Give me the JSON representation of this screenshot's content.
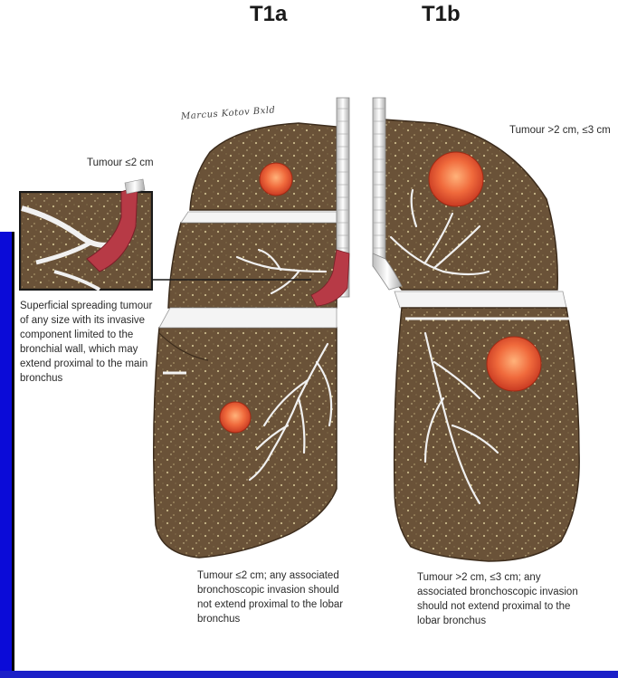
{
  "stages": {
    "left": "T1a",
    "right": "T1b"
  },
  "signature": "Marcus Kotov Bxld",
  "labels": {
    "tumour_left": "Tumour ≤2 cm",
    "tumour_right": "Tumour >2 cm, ≤3 cm",
    "superficial": "Superficial spreading tumour of any size with its invasive component limited to the bronchial wall, which may extend proximal to the main bronchus",
    "bottom_left": "Tumour ≤2 cm; any associated bronchoscopic invasion should not extend proximal to the lobar bronchus",
    "bottom_right": "Tumour >2 cm, ≤3 cm; any associated bronchoscopic invasion should not extend proximal to the lobar bronchus"
  },
  "colors": {
    "frame": "#0b0bd8",
    "lung_tissue": "#6a5238",
    "tumour": "#e8583a",
    "bronchus": "#f2f2f2"
  }
}
